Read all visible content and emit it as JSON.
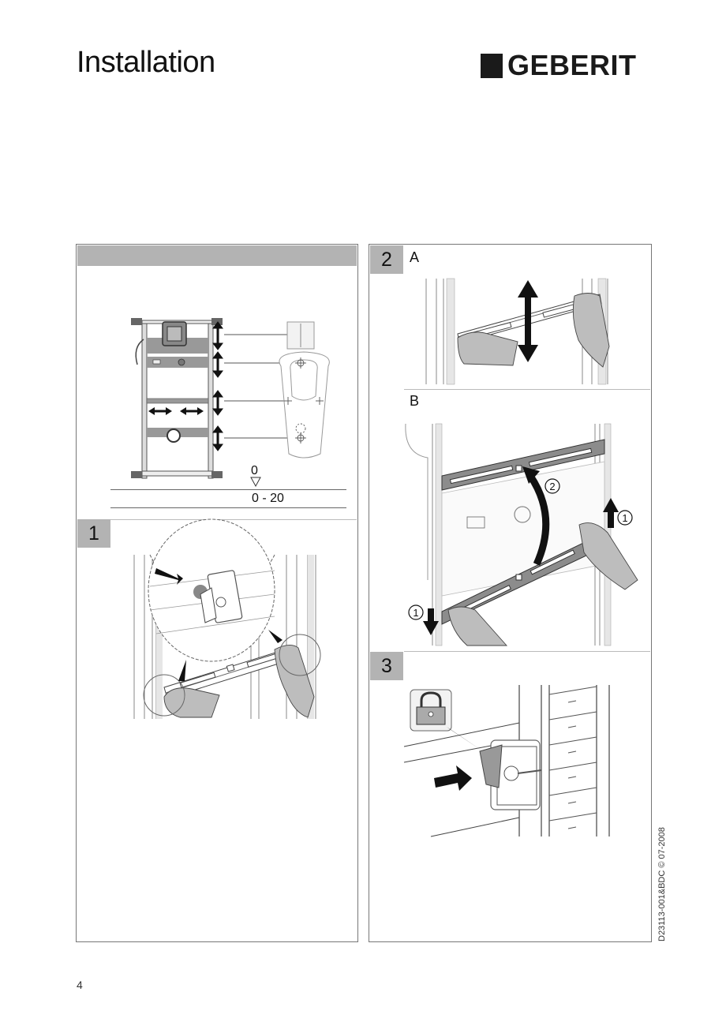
{
  "header": {
    "title": "Installation",
    "brand": "GEBERIT"
  },
  "left_panel": {
    "overview": {
      "level_mark": "0",
      "range_label": "0 - 20"
    },
    "step1": {
      "number": "1"
    }
  },
  "right_panel": {
    "step2": {
      "number": "2",
      "sub_a": "A",
      "sub_b": "B",
      "callout_1_top": "1",
      "callout_2": "2",
      "callout_1_bottom": "1"
    },
    "step3": {
      "number": "3"
    }
  },
  "footer": {
    "page_number": "4",
    "doc_reference": "D23113-001&BDC © 07-2008"
  },
  "colors": {
    "badge_gray": "#b3b3b3",
    "border": "#777777",
    "ink": "#111111"
  }
}
